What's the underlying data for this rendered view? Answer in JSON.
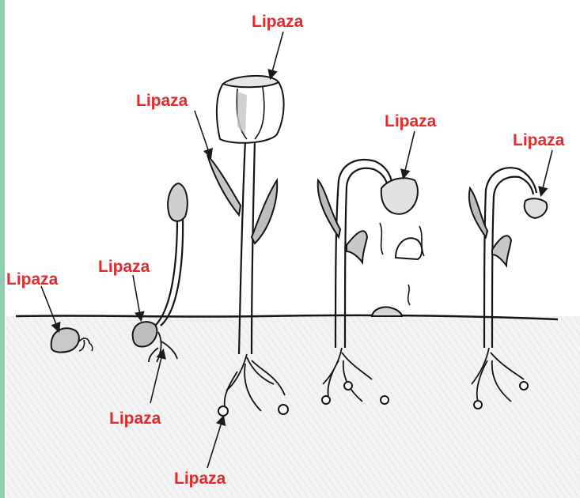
{
  "colors": {
    "label": "#e8282b",
    "ink": "#151515",
    "shade": "#b9b9b9",
    "soil": "#ededed",
    "side_bar": "#8fd0b0"
  },
  "labels": [
    {
      "id": "seed",
      "text": "Lipaza"
    },
    {
      "id": "seedling-seed",
      "text": "Lipaza"
    },
    {
      "id": "seedling-root",
      "text": "Lipaza"
    },
    {
      "id": "flower",
      "text": "Lipaza"
    },
    {
      "id": "leaf",
      "text": "Lipaza"
    },
    {
      "id": "root-nodule",
      "text": "Lipaza"
    },
    {
      "id": "wilting-flower",
      "text": "Lipaza"
    },
    {
      "id": "dried-flower",
      "text": "Lipaza"
    }
  ]
}
